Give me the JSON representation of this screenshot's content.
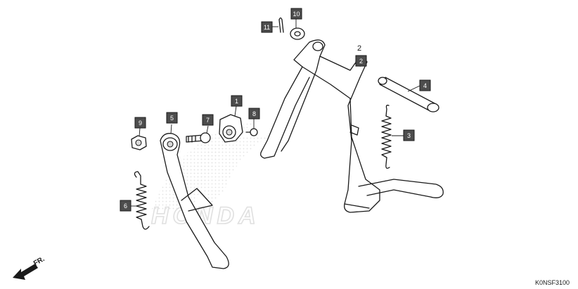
{
  "diagram": {
    "code": "K0NSF3100",
    "plain_label": "2",
    "direction_label": "FR.",
    "watermark_text": "HONDA"
  },
  "callouts": [
    {
      "id": "callout-1",
      "label": "1"
    },
    {
      "id": "callout-2",
      "label": "2"
    },
    {
      "id": "callout-3",
      "label": "3"
    },
    {
      "id": "callout-4",
      "label": "4"
    },
    {
      "id": "callout-5",
      "label": "5"
    },
    {
      "id": "callout-6",
      "label": "6"
    },
    {
      "id": "callout-7",
      "label": "7"
    },
    {
      "id": "callout-8",
      "label": "8"
    },
    {
      "id": "callout-9",
      "label": "9"
    },
    {
      "id": "callout-10",
      "label": "10"
    },
    {
      "id": "callout-11",
      "label": "11"
    }
  ],
  "colors": {
    "callout_fill": "#4d4d4d",
    "line": "#1a1a1a",
    "watermark": "#e0e0e0"
  }
}
